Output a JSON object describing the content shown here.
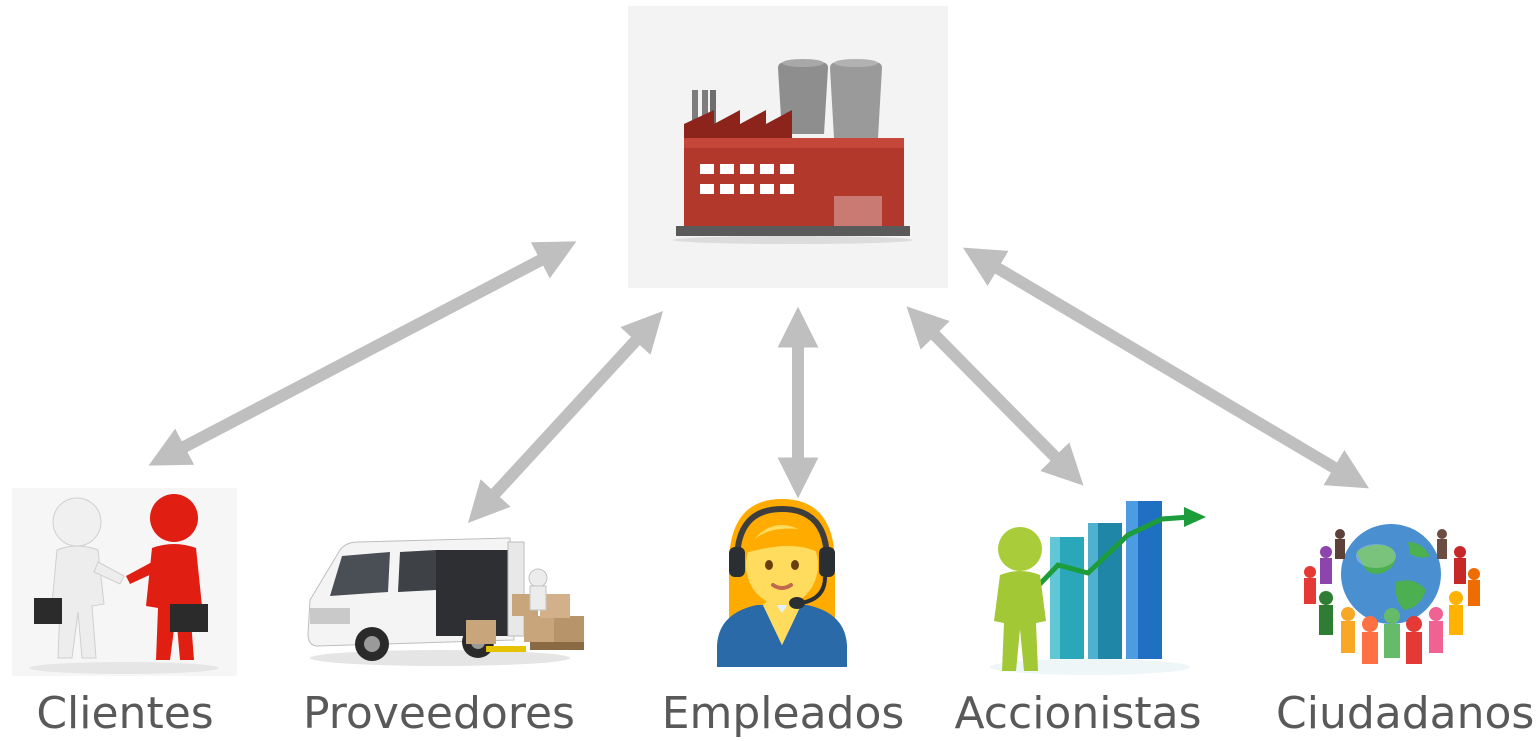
{
  "center": {
    "icon": "factory-icon"
  },
  "stakeholders": [
    {
      "label": "Clientes",
      "icon": "handshake-icon"
    },
    {
      "label": "Proveedores",
      "icon": "delivery-van-icon"
    },
    {
      "label": "Empleados",
      "icon": "support-agent-icon"
    },
    {
      "label": "Accionistas",
      "icon": "growth-chart-icon"
    },
    {
      "label": "Ciudadanos",
      "icon": "people-globe-icon"
    }
  ],
  "colors": {
    "arrow": "#bfbfbf",
    "label": "#595959",
    "factory_body": "#b3382c",
    "factory_panel": "#f3f3f3"
  }
}
